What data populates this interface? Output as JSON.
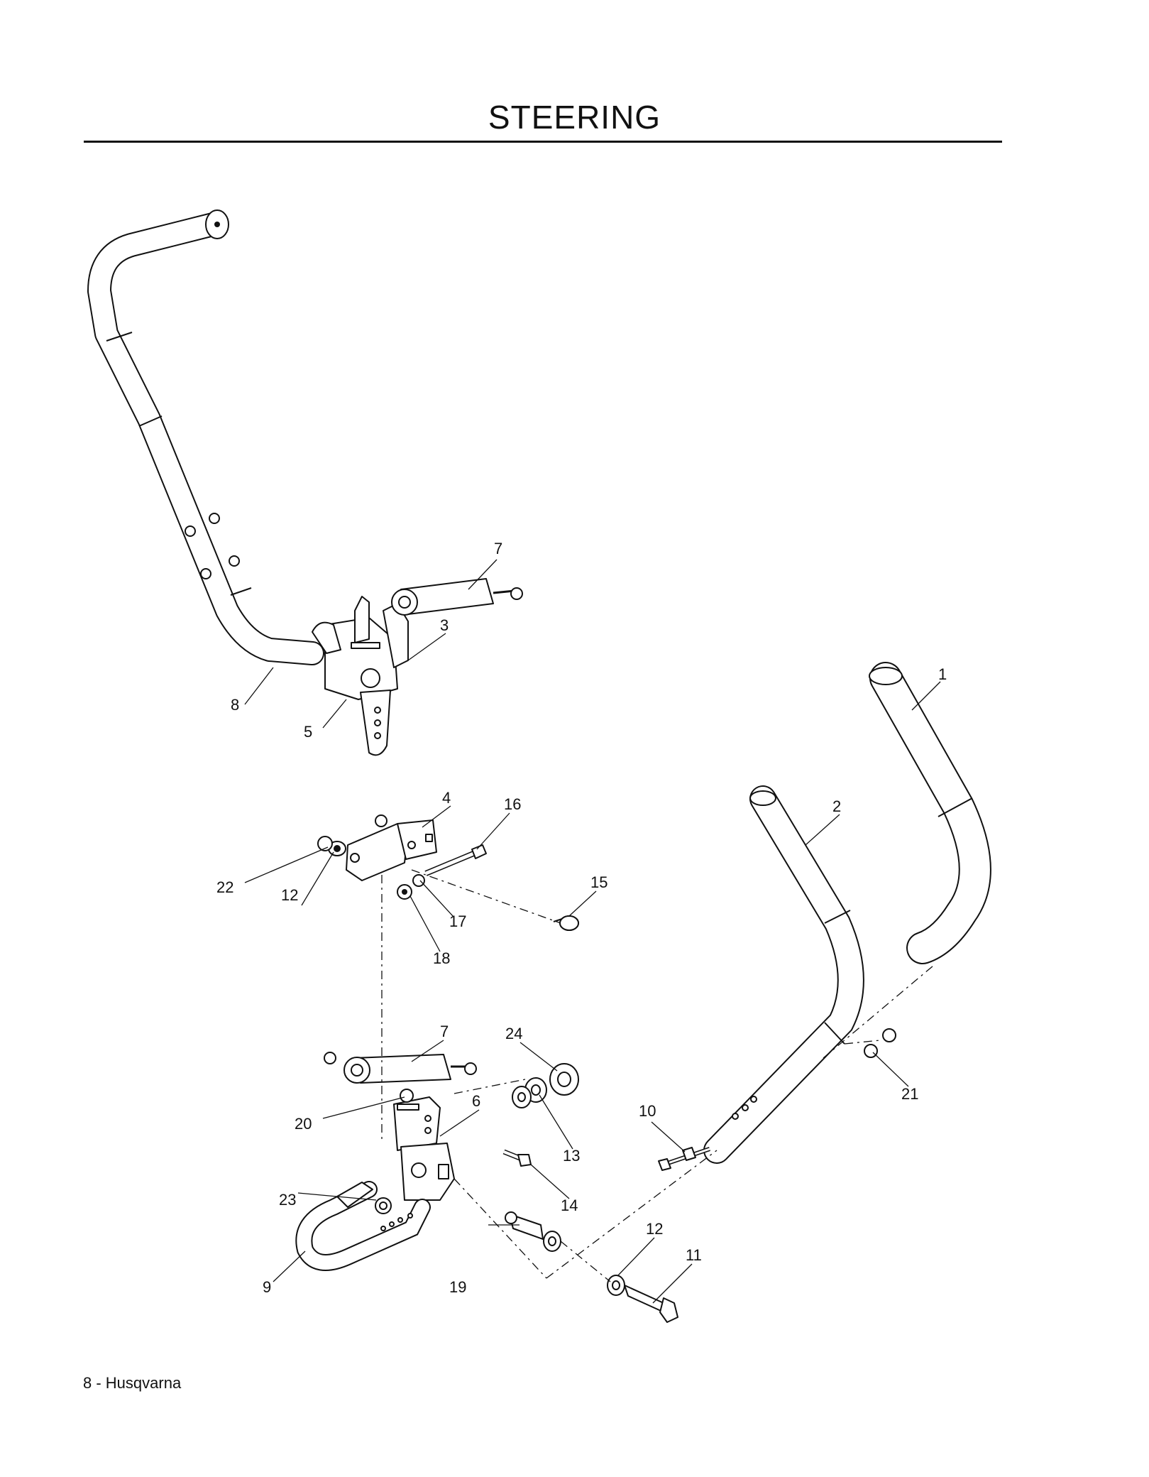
{
  "page": {
    "title": "STEERING",
    "footer": "8 - Husqvarna"
  },
  "callouts": [
    {
      "id": "c1",
      "label": "1"
    },
    {
      "id": "c2",
      "label": "2"
    },
    {
      "id": "c3",
      "label": "3"
    },
    {
      "id": "c4",
      "label": "4"
    },
    {
      "id": "c5",
      "label": "5"
    },
    {
      "id": "c6",
      "label": "6"
    },
    {
      "id": "c7a",
      "label": "7"
    },
    {
      "id": "c7b",
      "label": "7"
    },
    {
      "id": "c8",
      "label": "8"
    },
    {
      "id": "c9",
      "label": "9"
    },
    {
      "id": "c10",
      "label": "10"
    },
    {
      "id": "c11",
      "label": "11"
    },
    {
      "id": "c12a",
      "label": "12"
    },
    {
      "id": "c12b",
      "label": "12"
    },
    {
      "id": "c13",
      "label": "13"
    },
    {
      "id": "c14",
      "label": "14"
    },
    {
      "id": "c15",
      "label": "15"
    },
    {
      "id": "c16",
      "label": "16"
    },
    {
      "id": "c17",
      "label": "17"
    },
    {
      "id": "c18",
      "label": "18"
    },
    {
      "id": "c19",
      "label": "19"
    },
    {
      "id": "c20",
      "label": "20"
    },
    {
      "id": "c21",
      "label": "21"
    },
    {
      "id": "c22",
      "label": "22"
    },
    {
      "id": "c23",
      "label": "23"
    },
    {
      "id": "c24",
      "label": "24"
    }
  ]
}
